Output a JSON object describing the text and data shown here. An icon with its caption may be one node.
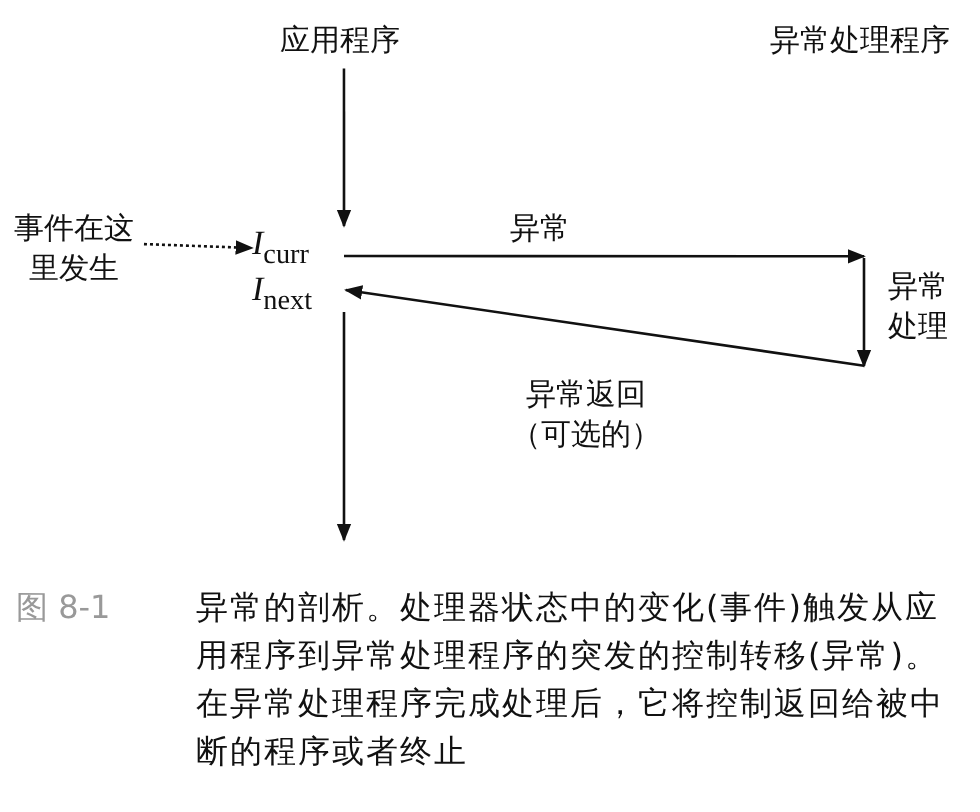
{
  "diagram": {
    "caption": "异常的剖析。处理器状态中的变化(事件)触发从应用程序到异常处理程序的突发的控制转移(异常)。在异常处理程序完成处理后，它将控制返回给被中断的程序或者终止",
    "nodes": [
      {
        "text": [
          "应用程序"
        ]
      },
      {
        "text": [
          "*I*$_{curr}$"
        ]
      },
      {
        "text": [
          "*I*$_{next}$"
        ]
      },
      {
        "text": [
          "事件在这里发生"
        ]
      },
      {
        "text": [
          "异常处理"
        ]
      }
    ],
    "edges": [
      {
        "from": 0,
        "to": 1,
        "arrow": "to"
      },
      {
        "from": 3,
        "to": 1,
        "arrow": "to",
        "style": "dashed"
      },
      {
        "from": 1,
        "to": 4,
        "arrow": "to",
        "label": "异常"
      },
      {
        "from": 4,
        "to": 2,
        "arrow": "to",
        "label": "异常返回（可选的）"
      },
      {
        "from": 2,
        "to": null,
        "arrow": "to"
      }
    ],
    "labels": [
      "异常处理程序",
      "图 8-1"
    ]
  }
}
